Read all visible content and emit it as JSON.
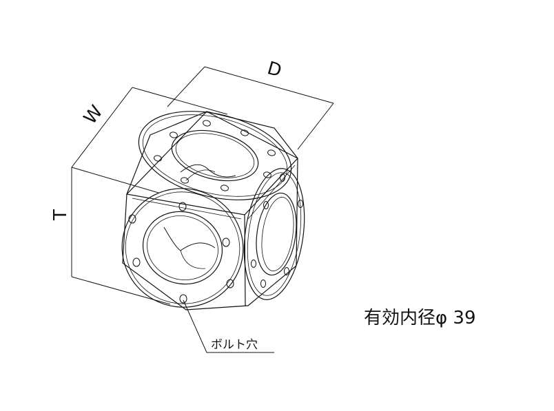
{
  "dimensions": {
    "depth_label": "D",
    "width_label": "W",
    "height_label": "T"
  },
  "annotations": {
    "bolt_hole": "ボルト穴",
    "effective_inner_diameter": "有効内径φ 39"
  },
  "colors": {
    "line": "#111111",
    "background": "#ffffff"
  }
}
